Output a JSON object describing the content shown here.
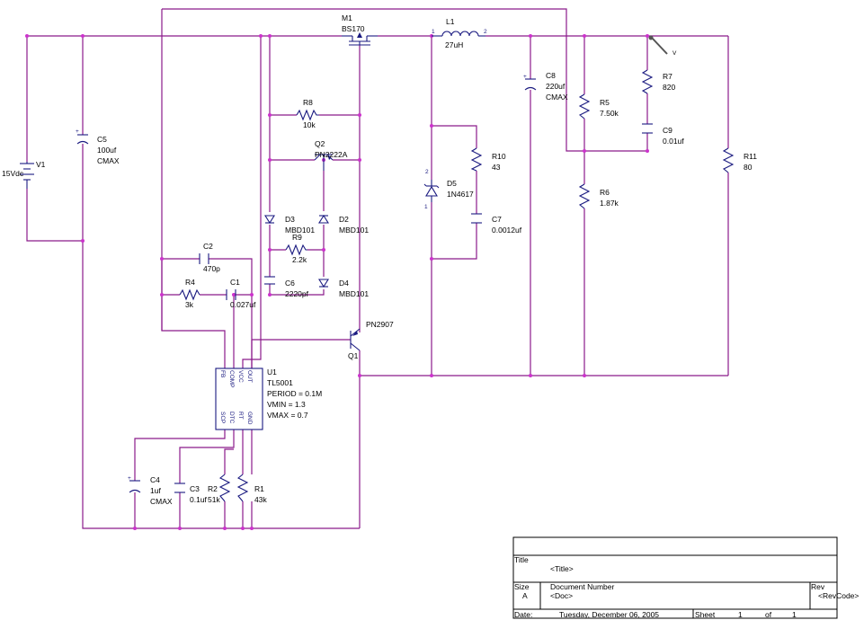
{
  "components": {
    "V1": {
      "ref": "V1",
      "value": "15Vdc"
    },
    "C5": {
      "ref": "C5",
      "value": "100uf",
      "extra": "CMAX"
    },
    "M1": {
      "ref": "M1",
      "value": "BS170"
    },
    "L1": {
      "ref": "L1",
      "value": "27uH",
      "pin1": "1",
      "pin2": "2"
    },
    "C8": {
      "ref": "C8",
      "value": "220uf",
      "extra": "CMAX"
    },
    "R5": {
      "ref": "R5",
      "value": "7.50k"
    },
    "R7": {
      "ref": "R7",
      "value": "820"
    },
    "C9": {
      "ref": "C9",
      "value": "0.01uf"
    },
    "R6": {
      "ref": "R6",
      "value": "1.87k"
    },
    "R11": {
      "ref": "R11",
      "value": "80"
    },
    "R8": {
      "ref": "R8",
      "value": "10k"
    },
    "Q2": {
      "ref": "Q2",
      "value": "PN2222A"
    },
    "R10": {
      "ref": "R10",
      "value": "43"
    },
    "D5": {
      "ref": "D5",
      "value": "1N4617",
      "pin1": "1",
      "pin2": "2"
    },
    "C7": {
      "ref": "C7",
      "value": "0.0012uf"
    },
    "D3": {
      "ref": "D3",
      "value": "MBD101"
    },
    "D2": {
      "ref": "D2",
      "value": "MBD101"
    },
    "D4": {
      "ref": "D4",
      "value": "MBD101"
    },
    "R9": {
      "ref": "R9",
      "value": "2.2k"
    },
    "C2": {
      "ref": "C2",
      "value": "470p"
    },
    "R4": {
      "ref": "R4",
      "value": "3k"
    },
    "C1": {
      "ref": "C1",
      "value": "0.027uf"
    },
    "C6": {
      "ref": "C6",
      "value": "2220pf"
    },
    "Q1": {
      "ref": "Q1",
      "value": "PN2907"
    },
    "U1": {
      "ref": "U1",
      "value": "TL5001",
      "period": "PERIOD = 0.1M",
      "vmin": "VMIN = 1.3",
      "vmax": "VMAX = 0.7",
      "pins_top": [
        "FB",
        "COMP",
        "VCC",
        "OUT"
      ],
      "pins_bottom": [
        "SCP",
        "DTC",
        "RT",
        "GND"
      ]
    },
    "C4": {
      "ref": "C4",
      "value": "1uf",
      "extra": "CMAX"
    },
    "C3": {
      "ref": "C3",
      "value": "0.1uf"
    },
    "R2": {
      "ref": "R2",
      "value": "51k"
    },
    "R1": {
      "ref": "R1",
      "value": "43k"
    }
  },
  "probe_label": "V",
  "title_block": {
    "title_label": "Title",
    "title_value": "<Title>",
    "size_label": "Size",
    "size_value": "A",
    "doc_label": "Document Number",
    "doc_value": "<Doc>",
    "rev_label": "Rev",
    "rev_value": "<RevCode>",
    "date_label": "Date:",
    "date_value": "Tuesday, December 06, 2005",
    "sheet_label": "Sheet",
    "sheet_num": "1",
    "of_label": "of",
    "sheet_total": "1"
  }
}
